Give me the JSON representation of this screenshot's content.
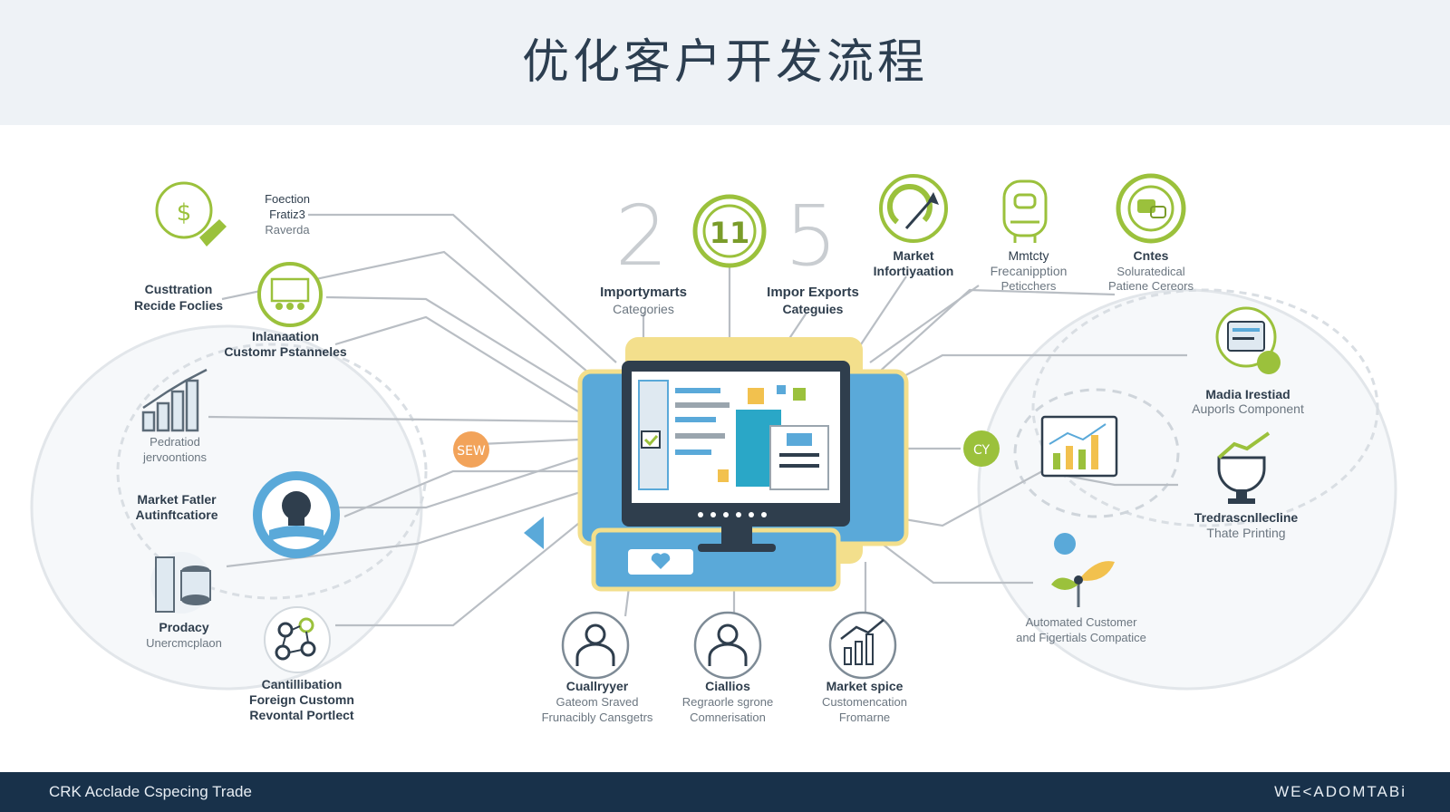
{
  "title": "优化客户开发流程",
  "footer": {
    "left": "CRK Acclade Cspecing Trade",
    "right": "WE<ADOMTABi"
  },
  "colors": {
    "accent_green": "#9bc13c",
    "screen_blue": "#5aa9d9",
    "dark_navy": "#18314a",
    "line_gray": "#b9bec4",
    "orange": "#f2a35a"
  },
  "center": {
    "icon": "computer-monitor-icon"
  },
  "digits": {
    "d2": "2",
    "d5": "5",
    "badge": "11"
  },
  "bubbles": {
    "left": "SEW",
    "right": "CY"
  },
  "nodes": {
    "n1": {
      "icon": "coin-hand-icon",
      "l1": "Foection",
      "l2": "Fratiz3",
      "l3": "Raverda"
    },
    "n2": {
      "l1": "Custtration",
      "l2": "Recide Foclies"
    },
    "n3": {
      "icon": "team-meeting-icon",
      "l1": "Inlanaation",
      "l2": "Customr Pstanneles"
    },
    "n4": {
      "icon": "bar-chart-icon",
      "l1": "Pedratiod",
      "l2": "jervoontions"
    },
    "n5": {
      "icon": "gear-skull-icon",
      "l1": "Market Fatler",
      "l2": "Autinftcatiore"
    },
    "n6": {
      "icon": "database-icon",
      "l1": "Prodacy",
      "l2": "Unercmcplaon"
    },
    "n7": {
      "icon": "network-nodes-icon",
      "l1": "Cantillibation",
      "l2": "Foreign Customn",
      "l3": "Revontal Portlect"
    },
    "n8": {
      "l1": "Importymarts",
      "l2": "Categories"
    },
    "n9": {
      "l1": "Impor Exports",
      "l2": "Categuies"
    },
    "n10": {
      "icon": "target-arrow-icon",
      "l1": "Market",
      "l2": "Infortiyaation"
    },
    "n11": {
      "icon": "robot-head-icon",
      "l1": "Mmtcty",
      "l2": "Frecanipption",
      "l3": "Peticchers"
    },
    "n12": {
      "icon": "globe-chat-icon",
      "l1": "Cntes",
      "l2": "Soluratedical",
      "l3": "Patiene Cereors"
    },
    "n13": {
      "icon": "document-badge-icon",
      "l1": "Madia Irestiad",
      "l2": "Auporls Component"
    },
    "n14": {
      "icon": "analytics-board-icon"
    },
    "n15": {
      "icon": "trophy-chart-icon",
      "l1": "Tredrascnllecline",
      "l2": "Thate Printing"
    },
    "n16": {
      "icon": "customer-plant-icon",
      "l1": "Automated Customer",
      "l2": "and Figertials Compatice"
    },
    "n17": {
      "icon": "person-icon",
      "l1": "Cuallryyer",
      "l2": "Gateom Sraved",
      "l3": "Frunacibly Cansgetrs"
    },
    "n18": {
      "icon": "person-icon",
      "l1": "Ciallios",
      "l2": "Regraorle sgrone",
      "l3": "Comnerisation"
    },
    "n19": {
      "icon": "growth-chart-icon",
      "l1": "Market spice",
      "l2": "Customencation",
      "l3": "Fromarne"
    }
  }
}
